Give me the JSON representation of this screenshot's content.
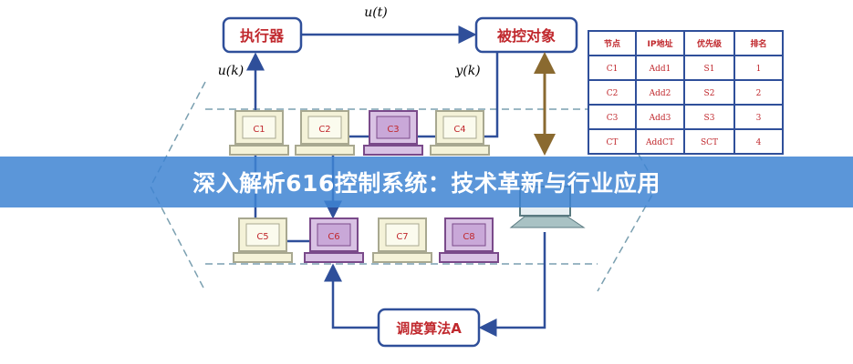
{
  "boxes": {
    "actuator": "执行器",
    "plant": "被控对象",
    "scheduler": "调度算法A"
  },
  "signals": {
    "ut": "u(t)",
    "uk": "u(k)",
    "yk": "y(k)"
  },
  "computers_top": [
    "C1",
    "C2",
    "C3",
    "C4"
  ],
  "computers_bottom": [
    "C5",
    "C6",
    "C7",
    "C8"
  ],
  "table": {
    "headers": [
      "节点",
      "IP地址",
      "优先级",
      "排名"
    ],
    "rows": [
      [
        "C1",
        "Add1",
        "S1",
        "1"
      ],
      [
        "C2",
        "Add2",
        "S2",
        "2"
      ],
      [
        "C3",
        "Add3",
        "S3",
        "3"
      ],
      [
        "CT",
        "AddCT",
        "SCT",
        "4"
      ]
    ]
  },
  "banner_title": "深入解析616控制系统：技术革新与行业应用",
  "colors": {
    "line": "#2f4f9a",
    "box_text": "#c0282d",
    "banner": "#3e84d2"
  }
}
